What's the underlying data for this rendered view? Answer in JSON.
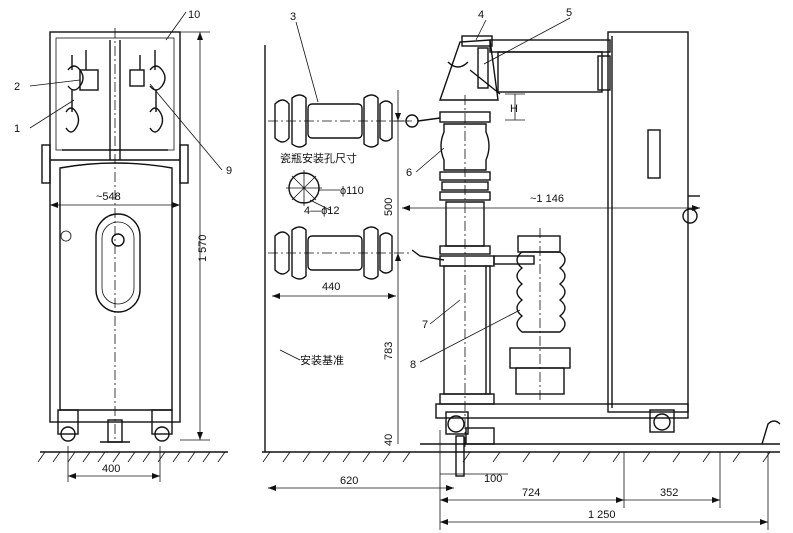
{
  "callouts": [
    "1",
    "2",
    "3",
    "4",
    "5",
    "6",
    "7",
    "8",
    "9",
    "10"
  ],
  "dimensions": {
    "front_width": "~548",
    "base_width": "400",
    "total_height": "1 570",
    "insulator_offset": "440",
    "upper_spacing": "500",
    "lower_height": "783",
    "base_gap": "40",
    "left_offset": "620",
    "center_offset": "100",
    "depth": "~1 146",
    "base_depth": "724",
    "rear_offset": "352",
    "total_length": "1 250",
    "h_symbol": "H"
  },
  "labels": {
    "insulator_hole_title": "瓷瓶安装孔尺寸",
    "pcd": "ϕ110",
    "holes": "4—ϕ12",
    "mounting_datum": "安装基准"
  }
}
